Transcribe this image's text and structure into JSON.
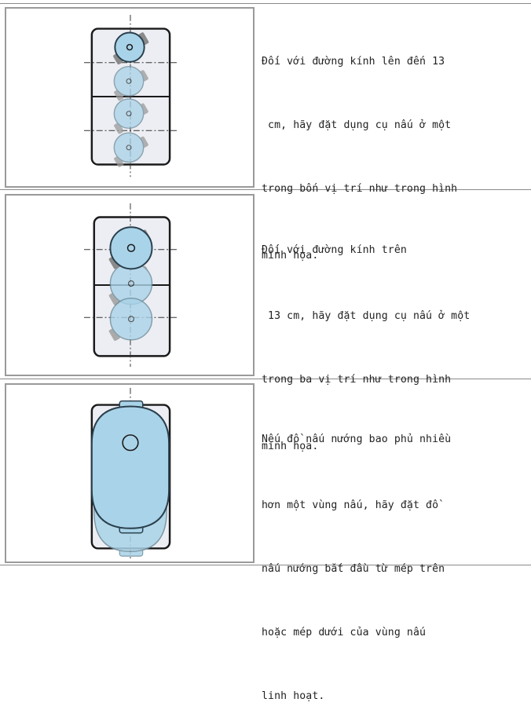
{
  "rows": [
    {
      "lines": [
        "Đối với đường kính lên đến 13",
        " cm, hãy đặt dụng cụ nấu ở một",
        "trong bốn vị trí như trong hình",
        "minh họa."
      ]
    },
    {
      "lines": [
        "Đối với đường kính trên",
        " 13 cm, hãy đặt dụng cụ nấu ở một",
        "trong ba vị trí như trong hình",
        "minh họa."
      ]
    },
    {
      "lines": [
        "Nếu đồ nấu nướng bao phủ nhiều",
        "hơn một vùng nấu, hãy đặt đồ",
        "nấu nướng bắt đầu từ mép trên",
        "hoặc mép dưới của vùng nấu",
        "linh hoạt."
      ]
    }
  ],
  "colors": {
    "zone_fill": "#eceef3",
    "zone_stroke": "#1a1a1a",
    "pot_fill": "#a9d3e8",
    "pot_stroke": "#4a6a7a",
    "frame": "#9a9a9a",
    "divider": "#8a8a8a"
  }
}
